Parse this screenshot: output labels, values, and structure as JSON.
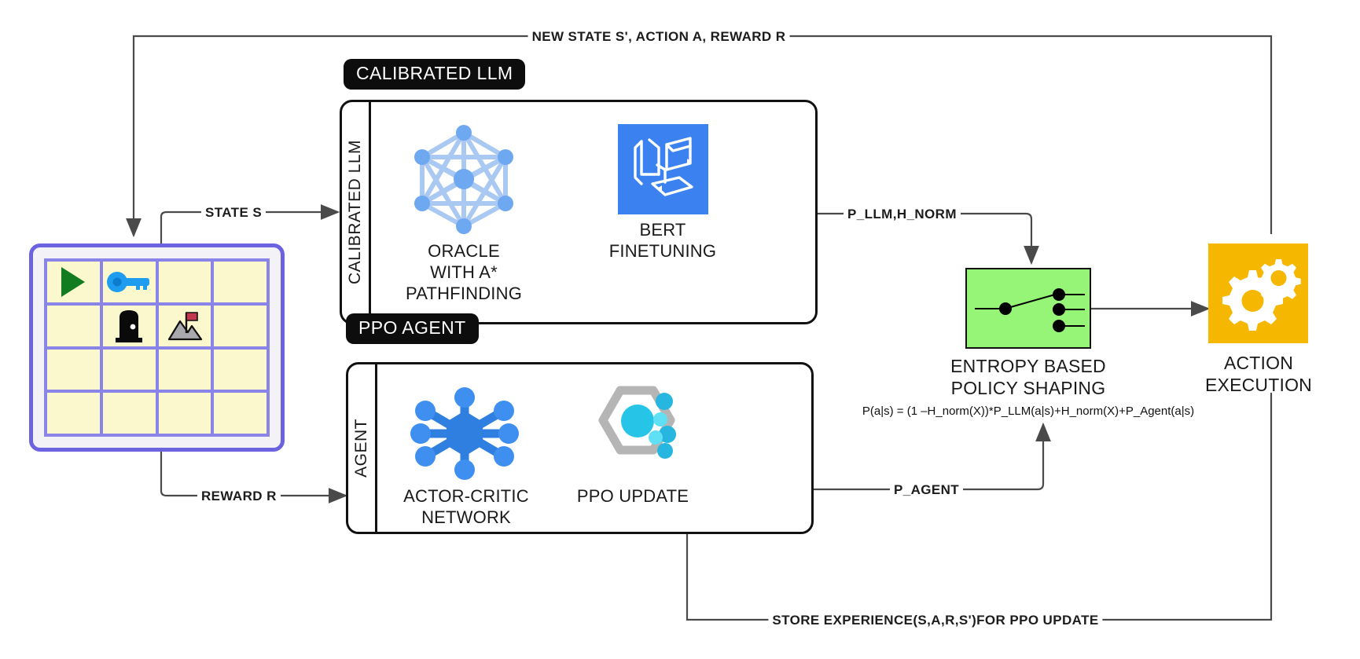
{
  "diagram": {
    "title_flow_top": "NEW STATE S', ACTION A, REWARD R",
    "flow_bottom": "STORE EXPERIENCE(S,A,R,S')FOR PPO UPDATE"
  },
  "sections": {
    "llm_tag": "CALIBRATED LLM",
    "llm_rail": "CALIBRATED LLM",
    "agent_tag": "PPO AGENT",
    "agent_rail": "AGENT"
  },
  "nodes": {
    "oracle": "ORACLE\nWITH A*\nPATHFINDING",
    "bert": "BERT\nFINETUNING",
    "actor_critic": "ACTOR-CRITIC\nNETWORK",
    "ppo_update": "PPO UPDATE",
    "policy_shaping": "ENTROPY BASED\nPOLICY SHAPING",
    "policy_formula": "P(a|s) = (1 –H_norm(X))*P_LLM(a|s)+H_norm(X)+P_Agent(a|s)",
    "action_execution": "ACTION\nEXECUTION"
  },
  "edges": {
    "state_s": "STATE  S",
    "reward_r": "REWARD R",
    "p_llm_hnorm": "P_LLM,H_NORM",
    "p_agent": "P_AGENT"
  },
  "gridworld": {
    "rows": 4,
    "cols": 4,
    "cells": [
      [
        "agent-triangle",
        "key",
        "empty",
        "empty"
      ],
      [
        "empty",
        "door",
        "goal-mountain-flag",
        "empty"
      ],
      [
        "empty",
        "empty",
        "empty",
        "empty"
      ],
      [
        "empty",
        "empty",
        "empty",
        "empty"
      ]
    ]
  },
  "colors": {
    "grid_border": "#6c63e0",
    "grid_cell": "#fbf8cd",
    "agent_green": "#127c20",
    "key_blue": "#1e9cf0",
    "policy_green": "#96f577",
    "action_orange": "#f5b700",
    "bert_blue": "#3b82f0",
    "node_blue": "#3b82f0",
    "line": "#4a4a4a"
  }
}
